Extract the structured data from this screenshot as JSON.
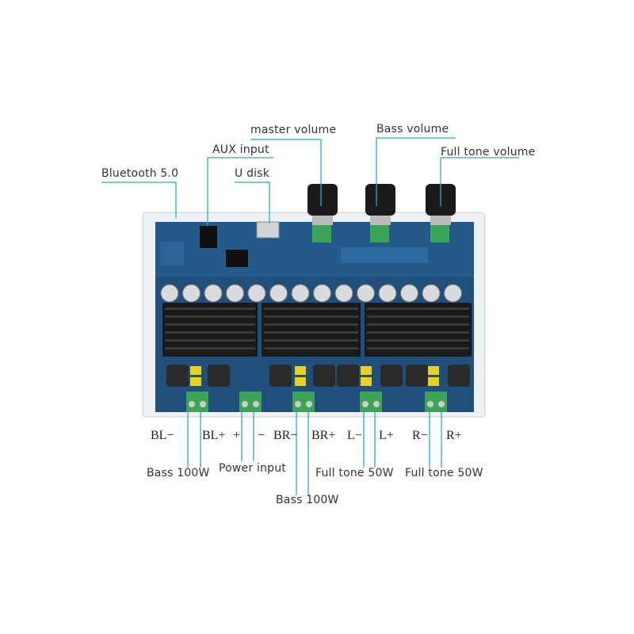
{
  "top_labels": {
    "bluetooth": "Bluetooth 5.0",
    "aux": "AUX input",
    "udisk": "U disk",
    "master": "master volume",
    "bass_vol": "Bass volume",
    "full_vol": "Full tone volume"
  },
  "terminals": [
    "BL−",
    "BL+",
    "+",
    "−",
    "BR−",
    "BR+",
    "L−",
    "L+",
    "R−",
    "R+"
  ],
  "bottom_labels": {
    "bass_left": "Bass 100W",
    "power": "Power input",
    "bass_right": "Bass 100W",
    "full_left": "Full tone 50W",
    "full_right": "Full tone 50W"
  },
  "colors": {
    "leader": "#2aa9c0",
    "pcb": "#1f4f7a",
    "terminal": "#3aa655"
  }
}
